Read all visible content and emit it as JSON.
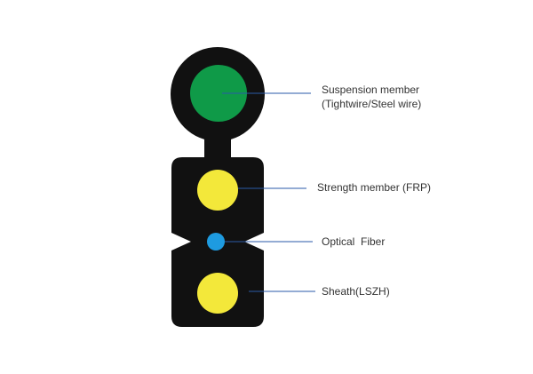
{
  "colors": {
    "background": "#ffffff",
    "cable_body": "#111111",
    "suspension_member": "#0f9a48",
    "strength_member": "#f3e83a",
    "optical_fiber": "#1e9be0",
    "leader_line": "#2a5aa8",
    "label_text": "#333333"
  },
  "labels": {
    "suspension_member": {
      "line1": "Suspension member",
      "line2": "(Tightwire/Steel wire)"
    },
    "strength_member": "Strength member (FRP)",
    "optical_fiber": "Optical  Fiber",
    "sheath": "Sheath(LSZH)"
  }
}
